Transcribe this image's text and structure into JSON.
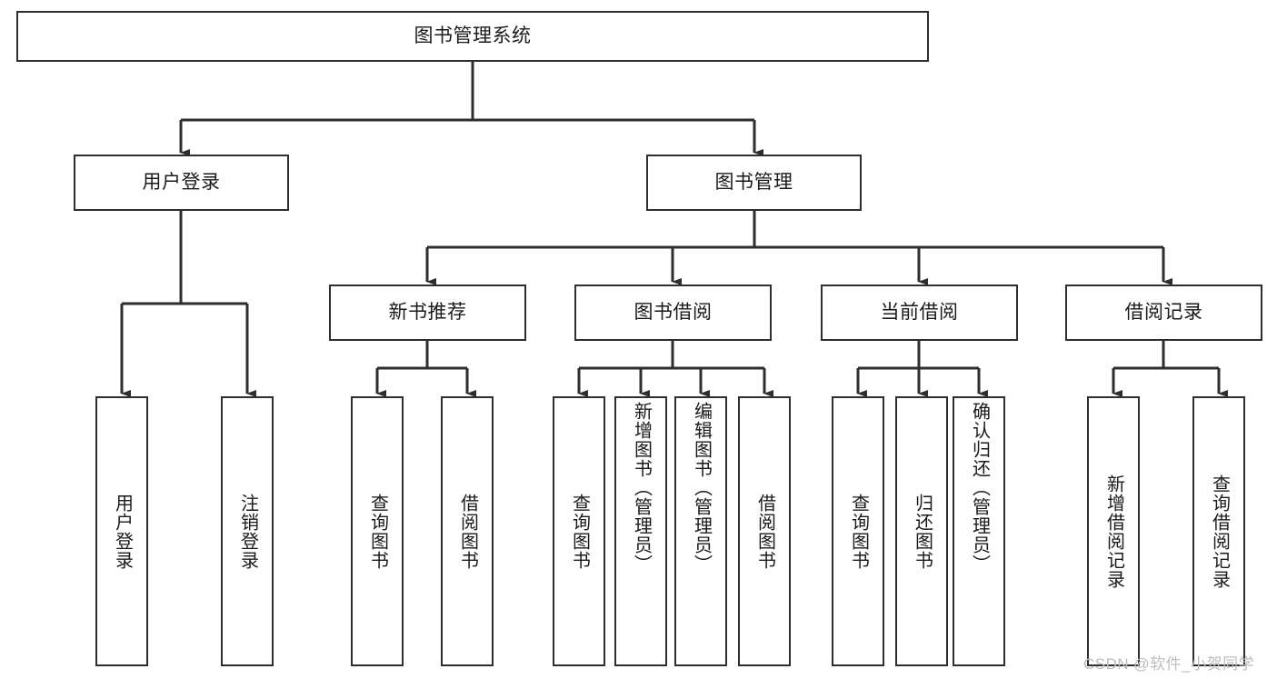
{
  "diagram": {
    "title": "图书管理系统",
    "type": "tree-hierarchy",
    "watermark": "CSDN @软件_小贺同学",
    "colors": {
      "stroke": "#2e2e2e",
      "fill": "#ffffff",
      "text": "#1a1a1a",
      "watermark": "#bdbdbd"
    },
    "root": {
      "label": "图书管理系统"
    },
    "level2": [
      {
        "label": "用户登录"
      },
      {
        "label": "图书管理"
      }
    ],
    "level3": [
      {
        "label": "新书推荐"
      },
      {
        "label": "图书借阅"
      },
      {
        "label": "当前借阅"
      },
      {
        "label": "借阅记录"
      }
    ],
    "leaves": {
      "user_login": [
        {
          "label": "用户登录"
        },
        {
          "label": "注销登录"
        }
      ],
      "new_book": [
        {
          "label": "查询图书"
        },
        {
          "label": "借阅图书"
        }
      ],
      "book_borrow": [
        {
          "label": "查询图书"
        },
        {
          "label": "新增图书（管理员）"
        },
        {
          "label": "编辑图书（管理员）"
        },
        {
          "label": "借阅图书"
        }
      ],
      "current_borrow": [
        {
          "label": "查询图书"
        },
        {
          "label": "归还图书"
        },
        {
          "label": "确认归还（管理员）"
        }
      ],
      "borrow_record": [
        {
          "label": "新增借阅记录"
        },
        {
          "label": "查询借阅记录"
        }
      ]
    }
  }
}
